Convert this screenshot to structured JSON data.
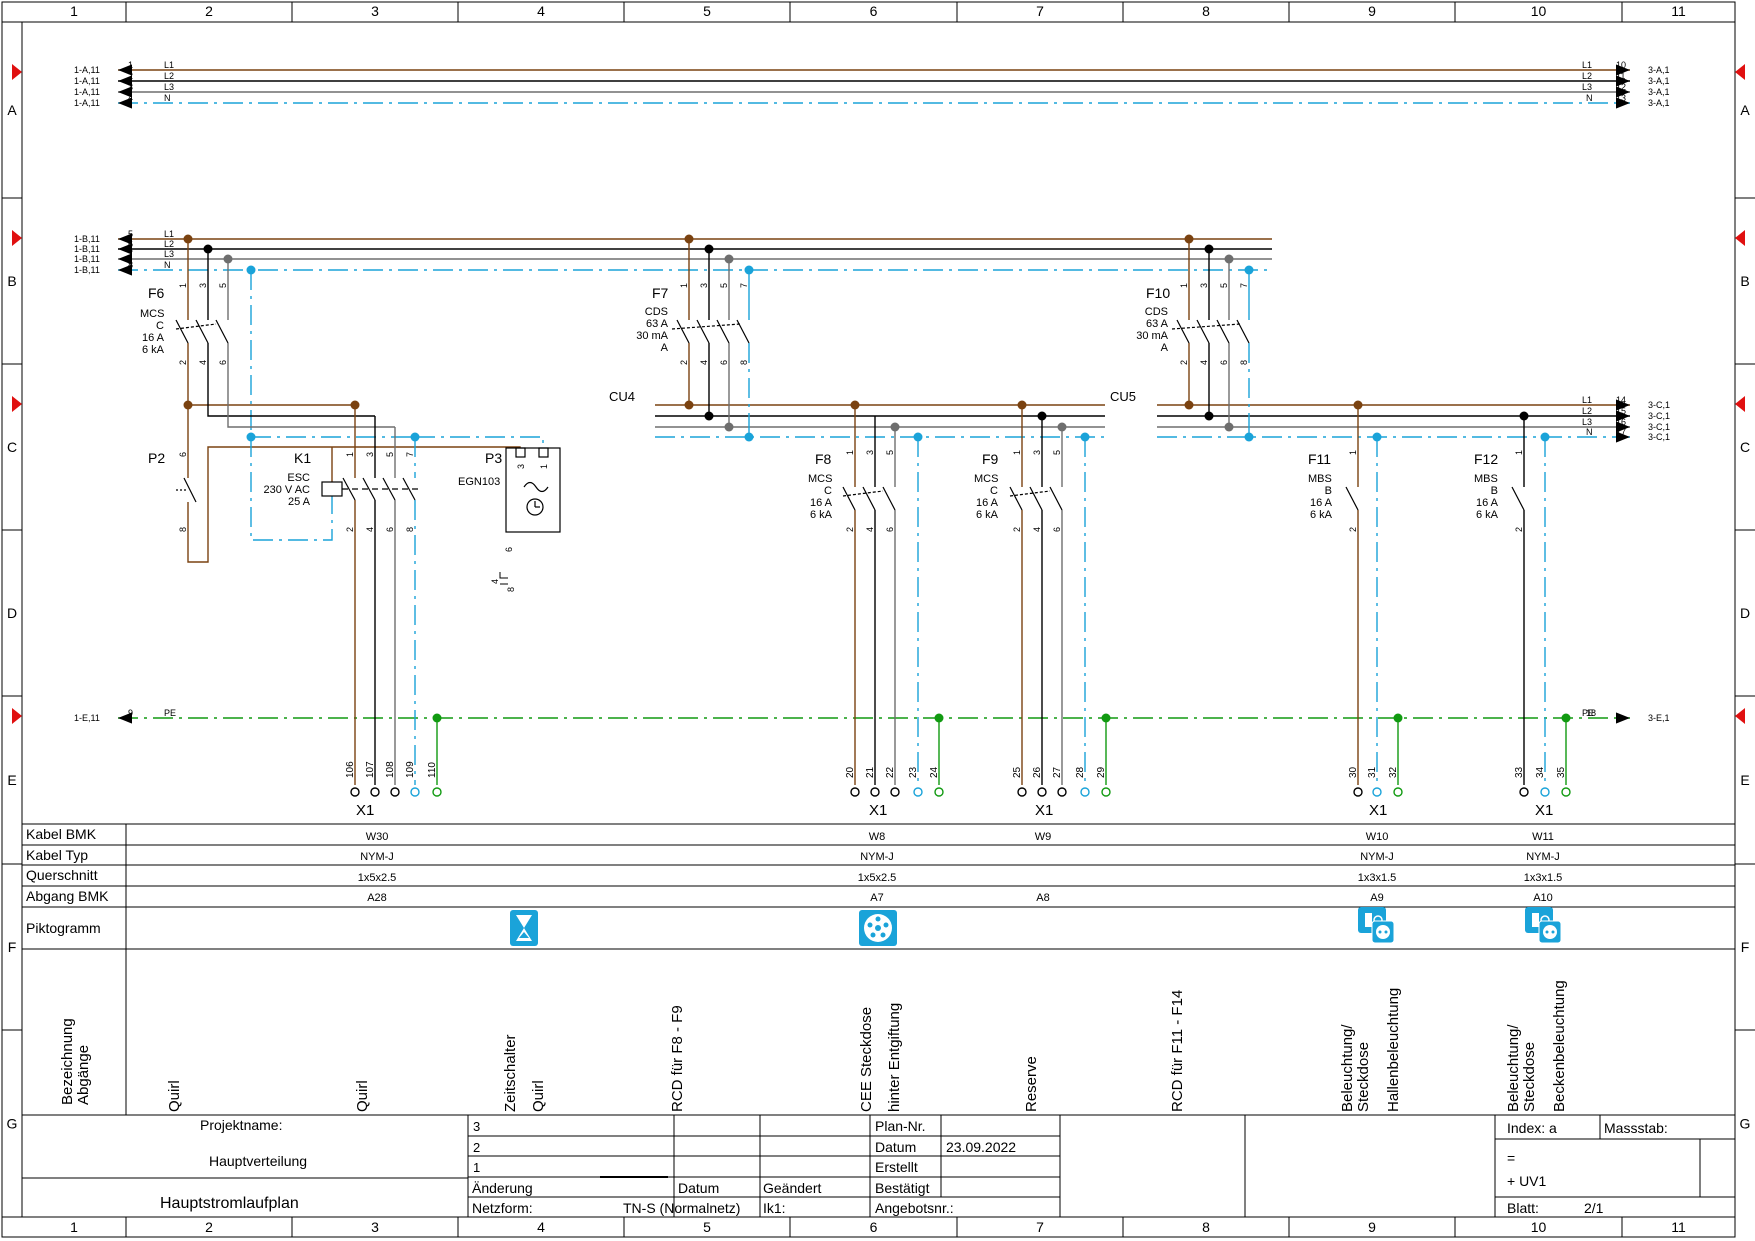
{
  "frame": {
    "columns": [
      "1",
      "2",
      "3",
      "4",
      "5",
      "6",
      "7",
      "8",
      "9",
      "10",
      "11"
    ],
    "rows": [
      "A",
      "B",
      "C",
      "D",
      "E",
      "F",
      "G"
    ]
  },
  "bus_a": {
    "left": [
      "1-A,11",
      "1-A,11",
      "1-A,11",
      "1-A,11"
    ],
    "left_nums": [
      "1",
      "2",
      "3",
      "4"
    ],
    "phases": [
      "L1",
      "L2",
      "L3",
      "N"
    ],
    "right": [
      "3-A,1",
      "3-A,1",
      "3-A,1",
      "3-A,1"
    ],
    "right_nums": [
      "10",
      "11",
      "12",
      "13"
    ]
  },
  "bus_b": {
    "left": [
      "1-B,11",
      "1-B,11",
      "1-B,11",
      "1-B,11"
    ],
    "left_nums": [
      "5",
      "6",
      "7",
      "8"
    ],
    "phases": [
      "L1",
      "L2",
      "L3",
      "N"
    ]
  },
  "bus_c": {
    "right": [
      "3-C,1",
      "3-C,1",
      "3-C,1",
      "3-C,1"
    ],
    "right_nums": [
      "14",
      "15",
      "16",
      "17"
    ],
    "phases": [
      "L1",
      "L2",
      "L3",
      "N"
    ]
  },
  "bus_pe": {
    "left": "1-E,11",
    "left_num": "9",
    "label": "PE",
    "right": "3-E,1",
    "right_num": "18"
  },
  "devices": {
    "F6": {
      "name": "F6",
      "type": "MCS",
      "lines": [
        "C",
        "16 A",
        "6 kA"
      ],
      "terms_top": [
        "1",
        "3",
        "5"
      ],
      "terms_bot": [
        "2",
        "4",
        "6"
      ]
    },
    "F7": {
      "name": "F7",
      "type": "CDS",
      "lines": [
        "63 A",
        "30 mA",
        "A"
      ],
      "terms_top": [
        "1",
        "3",
        "5",
        "7"
      ],
      "terms_bot": [
        "2",
        "4",
        "6",
        "8"
      ]
    },
    "F10": {
      "name": "F10",
      "type": "CDS",
      "lines": [
        "63 A",
        "30 mA",
        "A"
      ],
      "terms_top": [
        "1",
        "3",
        "5",
        "7"
      ],
      "terms_bot": [
        "2",
        "4",
        "6",
        "8"
      ]
    },
    "P2": {
      "name": "P2",
      "terms": [
        "6",
        "8"
      ]
    },
    "K1": {
      "name": "K1",
      "type": "ESC",
      "lines": [
        "230 V AC",
        "25 A"
      ],
      "terms_top": [
        "1",
        "3",
        "5",
        "7"
      ],
      "terms_bot": [
        "2",
        "4",
        "6",
        "8"
      ]
    },
    "P3": {
      "name": "P3",
      "type": "EGN103",
      "terms": [
        "3",
        "1"
      ],
      "contact": [
        "4",
        "8",
        "6"
      ]
    },
    "F8": {
      "name": "F8",
      "type": "MCS",
      "lines": [
        "C",
        "16 A",
        "6 kA"
      ],
      "terms_top": [
        "1",
        "3",
        "5"
      ],
      "terms_bot": [
        "2",
        "4",
        "6"
      ]
    },
    "F9": {
      "name": "F9",
      "type": "MCS",
      "lines": [
        "C",
        "16 A",
        "6 kA"
      ],
      "terms_top": [
        "1",
        "3",
        "5"
      ],
      "terms_bot": [
        "2",
        "4",
        "6"
      ]
    },
    "F11": {
      "name": "F11",
      "type": "MBS",
      "lines": [
        "B",
        "16 A",
        "6 kA"
      ],
      "terms_top": [
        "1"
      ],
      "terms_bot": [
        "2"
      ]
    },
    "F12": {
      "name": "F12",
      "type": "MBS",
      "lines": [
        "B",
        "16 A",
        "6 kA"
      ],
      "terms_top": [
        "1"
      ],
      "terms_bot": [
        "2"
      ]
    },
    "CU4": "CU4",
    "CU5": "CU5"
  },
  "terminals": {
    "name": "X1",
    "groups": [
      [
        "106",
        "107",
        "108",
        "109",
        "110"
      ],
      [
        "20",
        "21",
        "22",
        "23",
        "24"
      ],
      [
        "25",
        "26",
        "27",
        "28",
        "29"
      ],
      [
        "30",
        "31",
        "32"
      ],
      [
        "33",
        "34",
        "35"
      ]
    ]
  },
  "table": {
    "row_labels": [
      "Kabel BMK",
      "Kabel Typ",
      "Querschnitt",
      "Abgang BMK",
      "Piktogramm"
    ],
    "kabel_bmk": [
      "W30",
      "W8",
      "W9",
      "W10",
      "W11"
    ],
    "kabel_typ": [
      "NYM-J",
      "NYM-J",
      "NYM-J",
      "NYM-J"
    ],
    "querschnitt": [
      "1x5x2.5",
      "1x5x2.5",
      "1x3x1.5",
      "1x3x1.5"
    ],
    "abgang_bmk": [
      "A28",
      "A7",
      "A8",
      "A9",
      "A10"
    ],
    "bez_label": [
      "Bezeichnung",
      "Abgänge"
    ],
    "bezeichnungen": [
      "Quirl",
      "Quirl",
      "Zeitschalter",
      "Quirl",
      "RCD für F8 - F9",
      "CEE Steckdose",
      "hinter Entgiftung",
      "Reserve",
      "RCD für F11 - F14",
      "Beleuchtung/",
      "Steckdose",
      "Hallenbeleuchtung",
      "Beleuchtung/",
      "Steckdose",
      "Beckenbeleuchtung"
    ]
  },
  "titleblock": {
    "projektname_label": "Projektname:",
    "projektname": "Hauptverteilung",
    "title": "Hauptstromlaufplan",
    "rev": [
      "3",
      "2",
      "1"
    ],
    "aenderung": "Änderung",
    "datum_col": "Datum",
    "geaendert": "Geändert",
    "netzform_label": "Netzform:",
    "netzform": "TN-S (Normalnetz)",
    "ik": "Ik1:",
    "plan_nr": "Plan-Nr.",
    "datum_label": "Datum",
    "datum": "23.09.2022",
    "erstellt": "Erstellt",
    "bestaetigt": "Bestätigt",
    "angebot": "Angebotsnr.:",
    "index": "Index: a",
    "massstab": "Massstab:",
    "eq": "=",
    "uv": "+ UV1",
    "blatt_label": "Blatt:",
    "blatt": "2/1"
  },
  "colors": {
    "L1": "#7a4210",
    "L2": "#000000",
    "L3": "#6e6e6e",
    "N": "#1aa3d9",
    "PE": "#119a11",
    "marker": "#e01010"
  }
}
